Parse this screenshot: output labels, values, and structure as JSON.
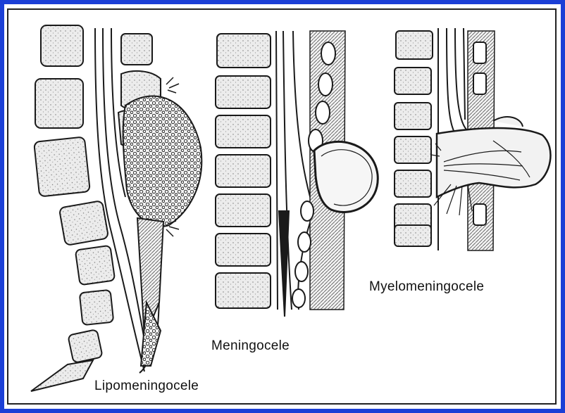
{
  "labels": {
    "lipomeningocele": "Lipomeningocele",
    "meningocele": "Meningocele",
    "myelomeningocele": "Myelomeningocele"
  },
  "colors": {
    "frame_border": "#1b3fd6",
    "line_art": "#1a1a1a",
    "bone_fill": "#e8e8e8",
    "background": "#ffffff"
  }
}
